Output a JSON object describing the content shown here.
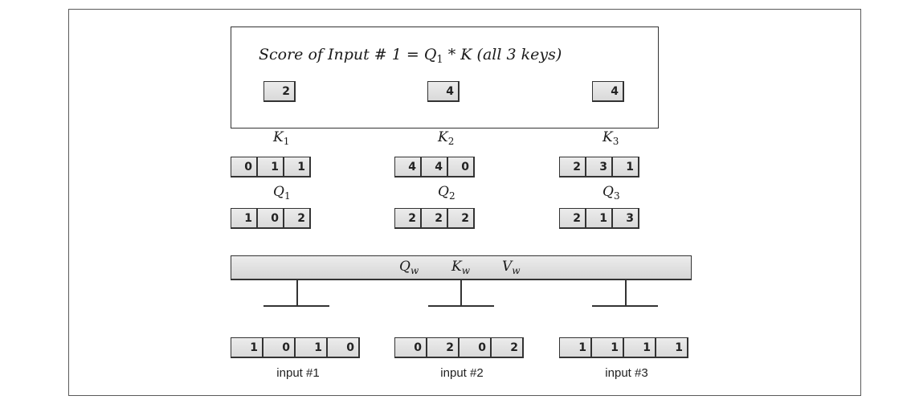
{
  "score": {
    "prefix": "Score of Input # 1 = ",
    "q": "Q",
    "q_sub": "1",
    "op": " * ",
    "suffix": "K (all 3 keys)",
    "values": [
      "2",
      "4",
      "4"
    ]
  },
  "keys": [
    {
      "name": "K",
      "sub": "1",
      "values": [
        "0",
        "1",
        "1"
      ]
    },
    {
      "name": "K",
      "sub": "2",
      "values": [
        "4",
        "4",
        "0"
      ]
    },
    {
      "name": "K",
      "sub": "3",
      "values": [
        "2",
        "3",
        "1"
      ]
    }
  ],
  "queries": [
    {
      "name": "Q",
      "sub": "1",
      "values": [
        "1",
        "0",
        "2"
      ]
    },
    {
      "name": "Q",
      "sub": "2",
      "values": [
        "2",
        "2",
        "2"
      ]
    },
    {
      "name": "Q",
      "sub": "3",
      "values": [
        "2",
        "1",
        "3"
      ]
    }
  ],
  "weights": [
    {
      "name": "Q",
      "sub": "w"
    },
    {
      "name": "K",
      "sub": "w"
    },
    {
      "name": "V",
      "sub": "w"
    }
  ],
  "inputs": [
    {
      "label": "input #1",
      "values": [
        "1",
        "0",
        "1",
        "0"
      ]
    },
    {
      "label": "input #2",
      "values": [
        "0",
        "2",
        "0",
        "2"
      ]
    },
    {
      "label": "input #3",
      "values": [
        "1",
        "1",
        "1",
        "1"
      ]
    }
  ]
}
